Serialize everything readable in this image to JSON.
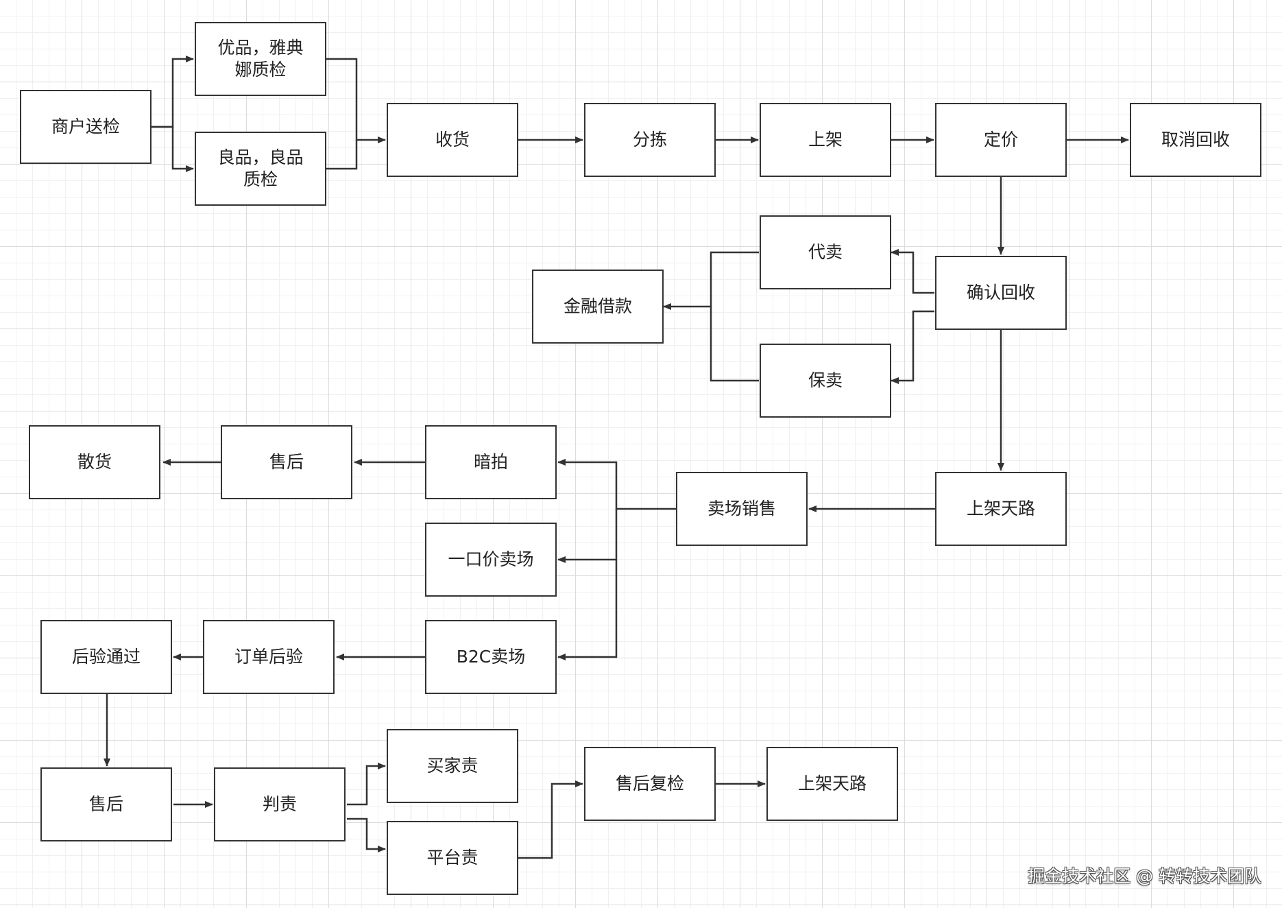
{
  "nodes": {
    "n_songjian": "商户送检",
    "n_youpin": "优品，雅典\n娜质检",
    "n_liangpin": "良品，良品\n质检",
    "n_shouhuo": "收货",
    "n_fenjian": "分拣",
    "n_shangjia": "上架",
    "n_dingjia": "定价",
    "n_quxiao": "取消回收",
    "n_daimai": "代卖",
    "n_queren": "确认回收",
    "n_jinrong": "金融借款",
    "n_baomai": "保卖",
    "n_sanhuo": "散货",
    "n_shouhou1": "售后",
    "n_anpai": "暗拍",
    "n_maichang": "卖场销售",
    "n_tianlu1": "上架天路",
    "n_yikoujia": "一口价卖场",
    "n_houyan_pass": "后验通过",
    "n_dingdan": "订单后验",
    "n_b2c": "B2C卖场",
    "n_shouhou2": "售后",
    "n_panze": "判责",
    "n_maijia": "买家责",
    "n_fuji": "售后复检",
    "n_tianlu2": "上架天路",
    "n_pingtai": "平台责"
  },
  "watermark": "掘金技术社区 @ 转转技术团队",
  "colors": {
    "line": "#333333",
    "node_border": "#333333",
    "grid_major": "#dcdcdc",
    "grid_minor": "#f0f0f0"
  }
}
